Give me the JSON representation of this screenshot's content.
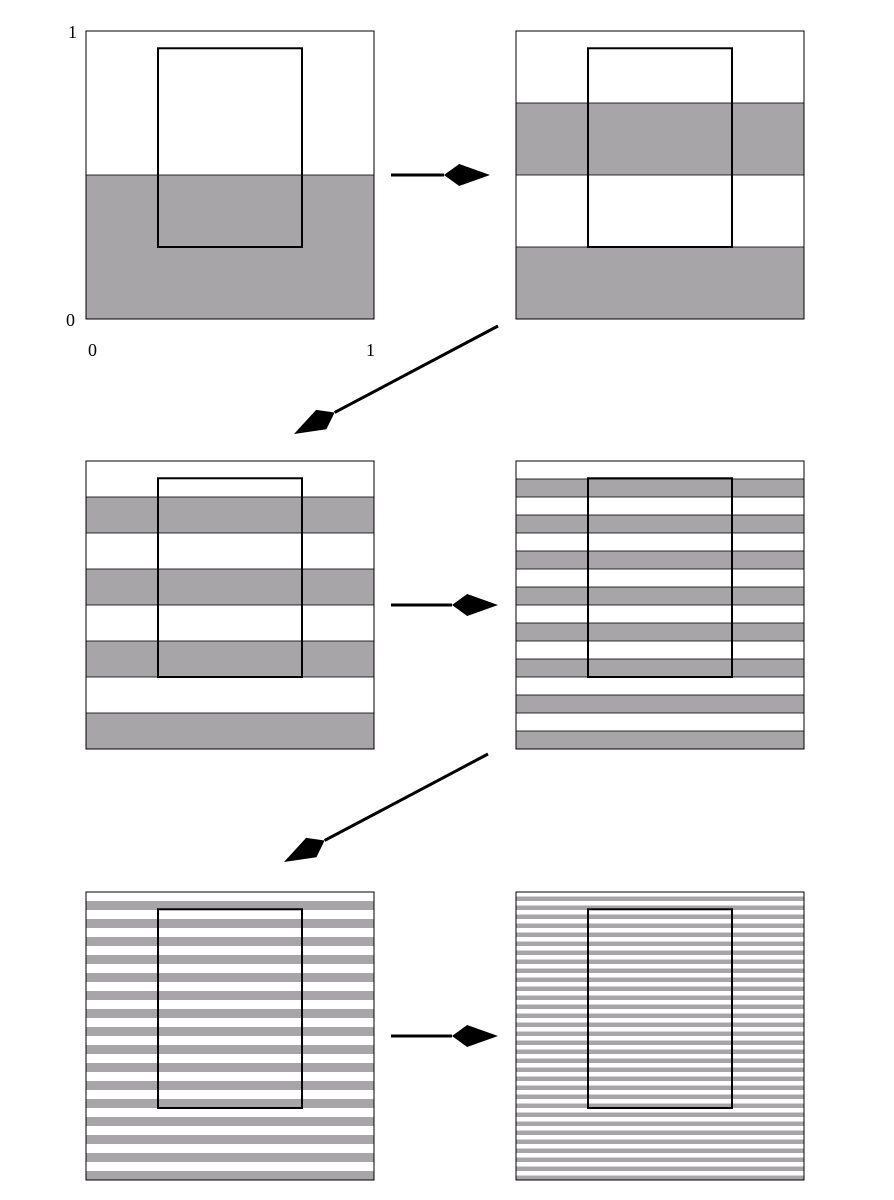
{
  "axis_labels": {
    "y_max": "1",
    "y_min": "0",
    "x_min": "0",
    "x_max": "1"
  },
  "colors": {
    "shaded": "#a7a5a8",
    "background": "#ffffff",
    "outline": "#000000"
  },
  "inner_rectangle": {
    "x_from": 0.25,
    "x_to": 0.75,
    "y_from": 0.25,
    "y_to": 0.94
  },
  "panels": [
    {
      "id": "step-1",
      "shaded_y_intervals": [
        [
          0,
          0.5
        ]
      ]
    },
    {
      "id": "step-2",
      "shaded_y_intervals": [
        [
          0,
          0.25
        ],
        [
          0.5,
          0.75
        ]
      ]
    },
    {
      "id": "step-3",
      "shaded_y_intervals": [
        [
          0,
          0.125
        ],
        [
          0.25,
          0.375
        ],
        [
          0.5,
          0.625
        ],
        [
          0.75,
          0.875
        ]
      ]
    },
    {
      "id": "step-4",
      "stripe_count": 16,
      "first_stripe_shaded": true
    },
    {
      "id": "step-5",
      "stripe_count": 32,
      "first_stripe_shaded": true
    },
    {
      "id": "step-6",
      "stripe_count": 64,
      "first_stripe_shaded": true
    }
  ],
  "arrows": [
    {
      "id": "arrow-1-to-2",
      "from": "step-1",
      "to": "step-2",
      "direction": "right"
    },
    {
      "id": "arrow-2-to-3",
      "from": "step-2",
      "to": "step-3",
      "direction": "down-left"
    },
    {
      "id": "arrow-3-to-4",
      "from": "step-3",
      "to": "step-4",
      "direction": "right"
    },
    {
      "id": "arrow-4-to-5",
      "from": "step-4",
      "to": "step-5",
      "direction": "down-left"
    },
    {
      "id": "arrow-5-to-6",
      "from": "step-5",
      "to": "step-6",
      "direction": "right"
    }
  ]
}
